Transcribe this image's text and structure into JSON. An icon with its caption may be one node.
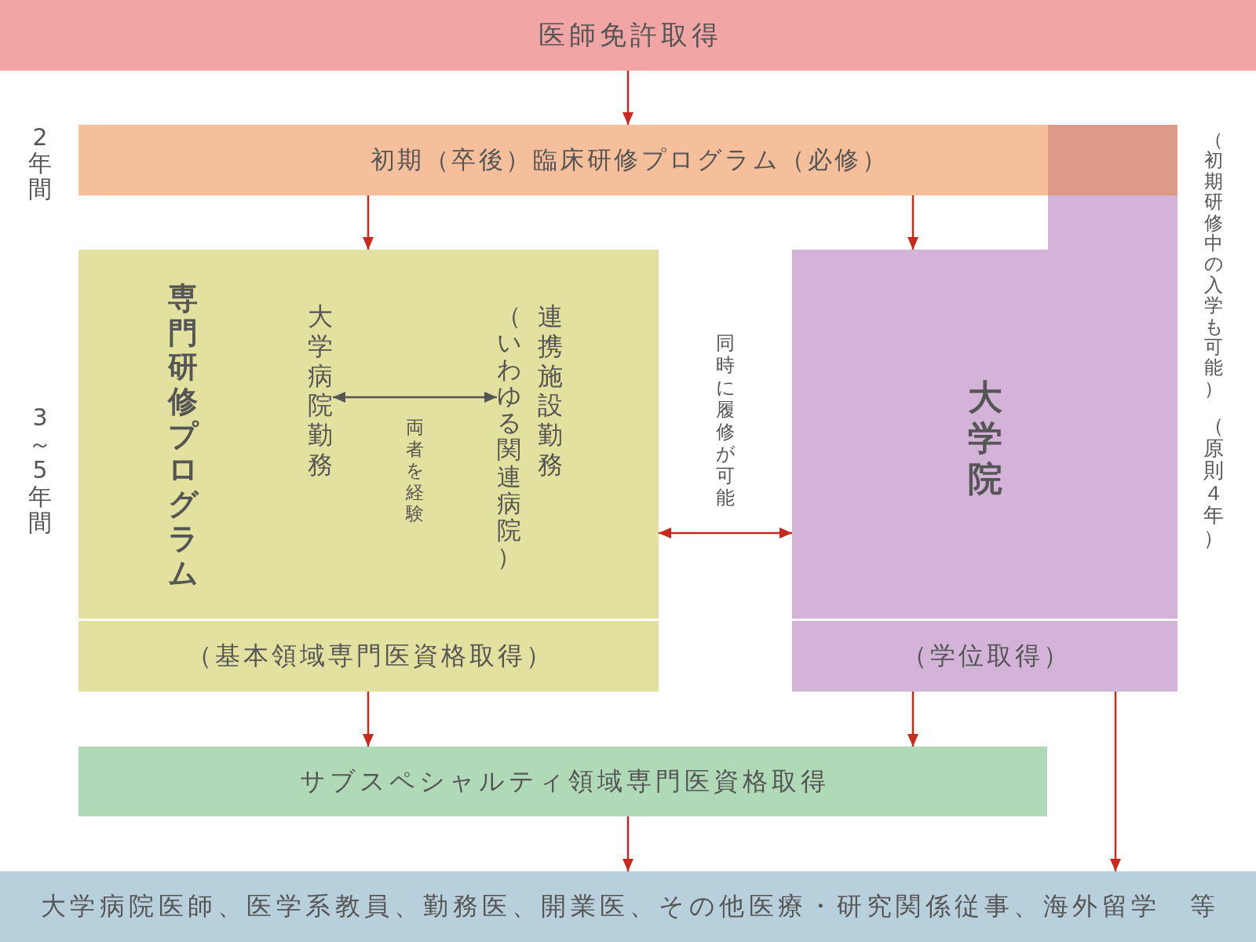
{
  "diagram": {
    "nodes": [
      {
        "text": [
          "医師免許取得"
        ]
      },
      {
        "text": [
          "初期（卒後）臨床研修プログラム（必修）"
        ],
        "beside": [
          "2年間"
        ]
      },
      {
        "text": [],
        "shape": "box",
        "beside": [
          "（初期研修中の入学も可能）"
        ]
      },
      {
        "text": [
          "専門研修プログラム"
        ],
        "beside": [
          "3～5年間"
        ]
      },
      {
        "text": [
          "大学病院勤務"
        ],
        "in": 3
      },
      {
        "text": [
          "連携施設勤務"
        ],
        "in": 3,
        "beside": [
          "（いわゆる関連病院）"
        ]
      },
      {
        "text": [
          "（基本領域専門医資格取得）"
        ]
      },
      {
        "text": [
          "大学院"
        ],
        "beside": [
          "（原則４年）"
        ]
      },
      {
        "text": [
          "（学位取得）"
        ]
      },
      {
        "text": [
          "サブスペシャルティ領域専門医資格取得"
        ]
      },
      {
        "text": [
          "大学病院医師、医学系教員、勤務医、開業医、その他医療・研究関係従事、海外留学　等"
        ]
      }
    ],
    "edges": [
      {
        "from": 0,
        "to": 1,
        "arrow": "to"
      },
      {
        "from": 1,
        "to": 3,
        "arrow": "to"
      },
      {
        "from": 1,
        "to": 7,
        "arrow": "to"
      },
      {
        "from": 4,
        "to": 5,
        "arrow": "both",
        "label": "両者を経験",
        "color": "#555555"
      },
      {
        "from": 3,
        "to": 7,
        "arrow": "both",
        "label": "同時に履修が可能"
      },
      {
        "from": 6,
        "to": 9,
        "arrow": "to"
      },
      {
        "from": 8,
        "to": 9,
        "arrow": "to"
      },
      {
        "from": 9,
        "to": 10,
        "arrow": "to"
      },
      {
        "from": 8,
        "to": 10,
        "arrow": "to"
      }
    ]
  }
}
